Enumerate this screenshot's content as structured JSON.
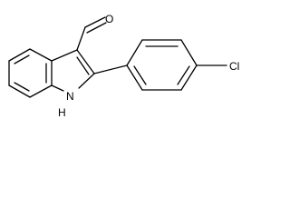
{
  "molecule": {
    "labels": {
      "oxygen": "O",
      "nitrogen": "N",
      "hydrogen": "H",
      "chlorine": "Cl"
    }
  }
}
